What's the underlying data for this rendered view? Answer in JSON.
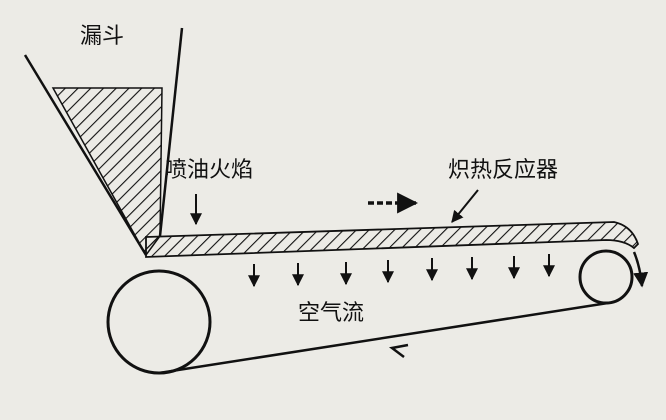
{
  "labels": {
    "hopper": "漏斗",
    "flame": "喷油火焰",
    "reactor": "炽热反应器",
    "air": "空气流"
  },
  "colors": {
    "background": "#ecebe6",
    "ink": "#111111"
  }
}
